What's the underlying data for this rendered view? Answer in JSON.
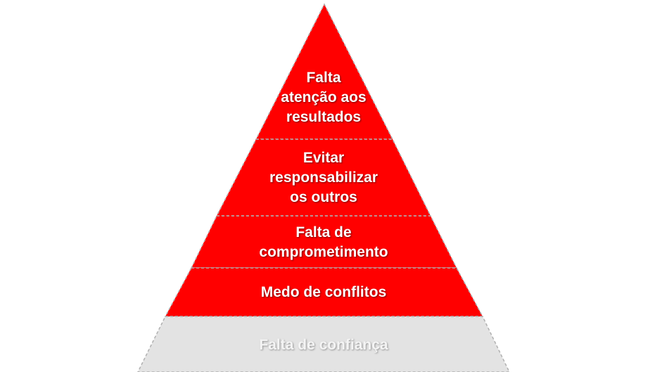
{
  "pyramid": {
    "tiers": [
      {
        "id": "results",
        "lines": [
          "Falta",
          "atenção aos",
          "resultados"
        ],
        "color": "#ff0000"
      },
      {
        "id": "accountability",
        "lines": [
          "Evitar",
          "responsabilizar",
          "os outros"
        ],
        "color": "#ff0000"
      },
      {
        "id": "commitment",
        "lines": [
          "Falta de",
          "comprometimento"
        ],
        "color": "#ff0000"
      },
      {
        "id": "conflict",
        "lines": [
          "Medo de conflitos"
        ],
        "color": "#ff0000"
      },
      {
        "id": "trust",
        "lines": [
          "Falta de confiança"
        ],
        "color": "#e3e3e3"
      }
    ],
    "border_color": "#b0b0b0"
  }
}
